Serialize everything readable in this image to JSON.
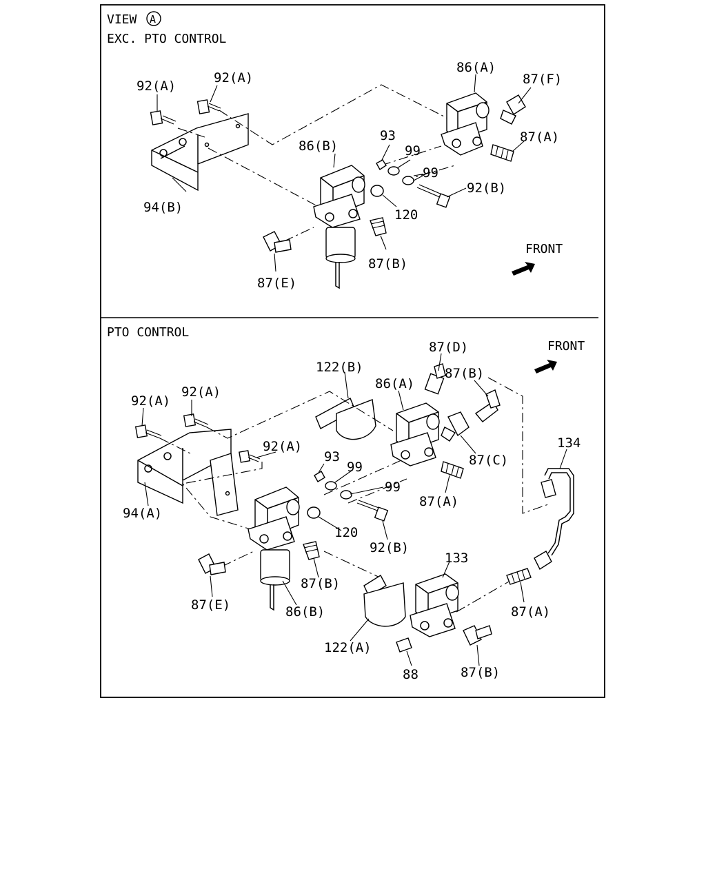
{
  "view": {
    "label": "VIEW",
    "marker": "A"
  },
  "sections": {
    "top": {
      "title": "EXC. PTO CONTROL",
      "front": "FRONT"
    },
    "bottom": {
      "title": "PTO CONTROL",
      "front": "FRONT"
    }
  },
  "callouts_top": [
    "92(A)",
    "92(A)",
    "86(A)",
    "87(F)",
    "87(A)",
    "93",
    "99",
    "99",
    "86(B)",
    "92(B)",
    "94(B)",
    "120",
    "87(B)",
    "87(E)"
  ],
  "callouts_bottom": [
    "87(D)",
    "122(B)",
    "87(B)",
    "86(A)",
    "92(A)",
    "92(A)",
    "92(A)",
    "134",
    "93",
    "99",
    "99",
    "87(C)",
    "87(A)",
    "94(A)",
    "120",
    "92(B)",
    "87(B)",
    "133",
    "87(E)",
    "86(B)",
    "87(A)",
    "122(A)",
    "88",
    "87(B)"
  ]
}
